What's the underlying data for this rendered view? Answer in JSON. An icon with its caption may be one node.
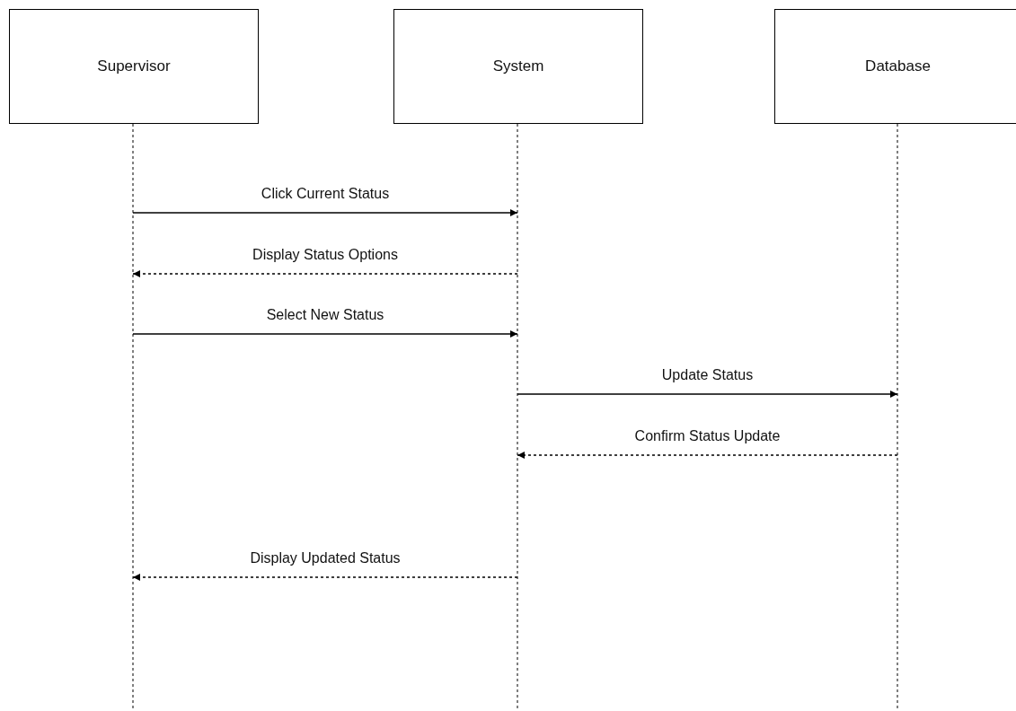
{
  "diagram": {
    "nodes": [
      {
        "text": [
          "Supervisor"
        ]
      },
      {
        "text": [
          "System"
        ]
      },
      {
        "text": [
          "Database"
        ]
      }
    ],
    "edges": [
      {
        "from": 0,
        "to": 1,
        "label": "Click Current Status",
        "arrow": "to"
      },
      {
        "from": 1,
        "to": 0,
        "label": "Display Status Options",
        "arrow": "to",
        "style": "dashed"
      },
      {
        "from": 0,
        "to": 1,
        "label": "Select New Status",
        "arrow": "to"
      },
      {
        "from": 1,
        "to": 2,
        "label": "Update Status",
        "arrow": "to"
      },
      {
        "from": 2,
        "to": 1,
        "label": "Confirm Status Update",
        "arrow": "to",
        "style": "dashed"
      },
      {
        "from": 1,
        "to": 0,
        "label": "Display Updated Status",
        "arrow": "to",
        "style": "dashed"
      }
    ]
  }
}
